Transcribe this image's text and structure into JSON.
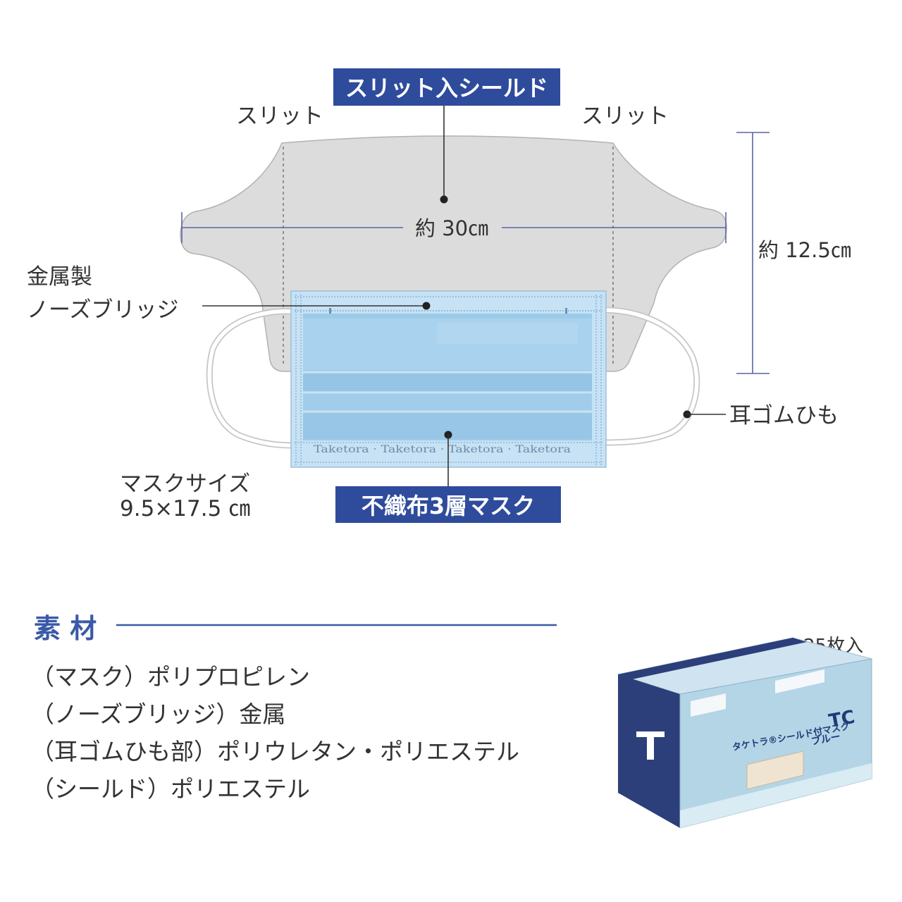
{
  "labels": {
    "shield_title": "スリット入シールド",
    "slit_left": "スリット",
    "slit_right": "スリット",
    "width_dim": "約 30㎝",
    "height_dim": "約 12.5㎝",
    "nose_bridge_line1": "金属製",
    "nose_bridge_line2": "ノーズブリッジ",
    "ear_loop": "耳ゴムひも",
    "mask_size_line1": "マスクサイズ",
    "mask_size_line2": "9.5×17.5 ㎝",
    "mask_title": "不織布3層マスク",
    "mask_print": "Taketora · Taketora · Taketora · Taketora"
  },
  "materials": {
    "heading": "素 材",
    "items": [
      "（マスク）ポリプロピレン",
      "（ノーズブリッジ）金属",
      "（耳ゴムひも部）ポリウレタン・ポリエステル",
      "（シールド）ポリエステル"
    ]
  },
  "box": {
    "quantity": "25枚入",
    "product_name": "タケトラ®シールド付マスク",
    "model": "TC",
    "color": "ブルー"
  },
  "colors": {
    "label_background": "#2f4b9c",
    "heading": "#3a5aa8",
    "dimension_line": "#5b64a6",
    "shield": "#dcdcdc",
    "mask": "#9ccbe8",
    "box_navy": "#2c3f7a"
  }
}
